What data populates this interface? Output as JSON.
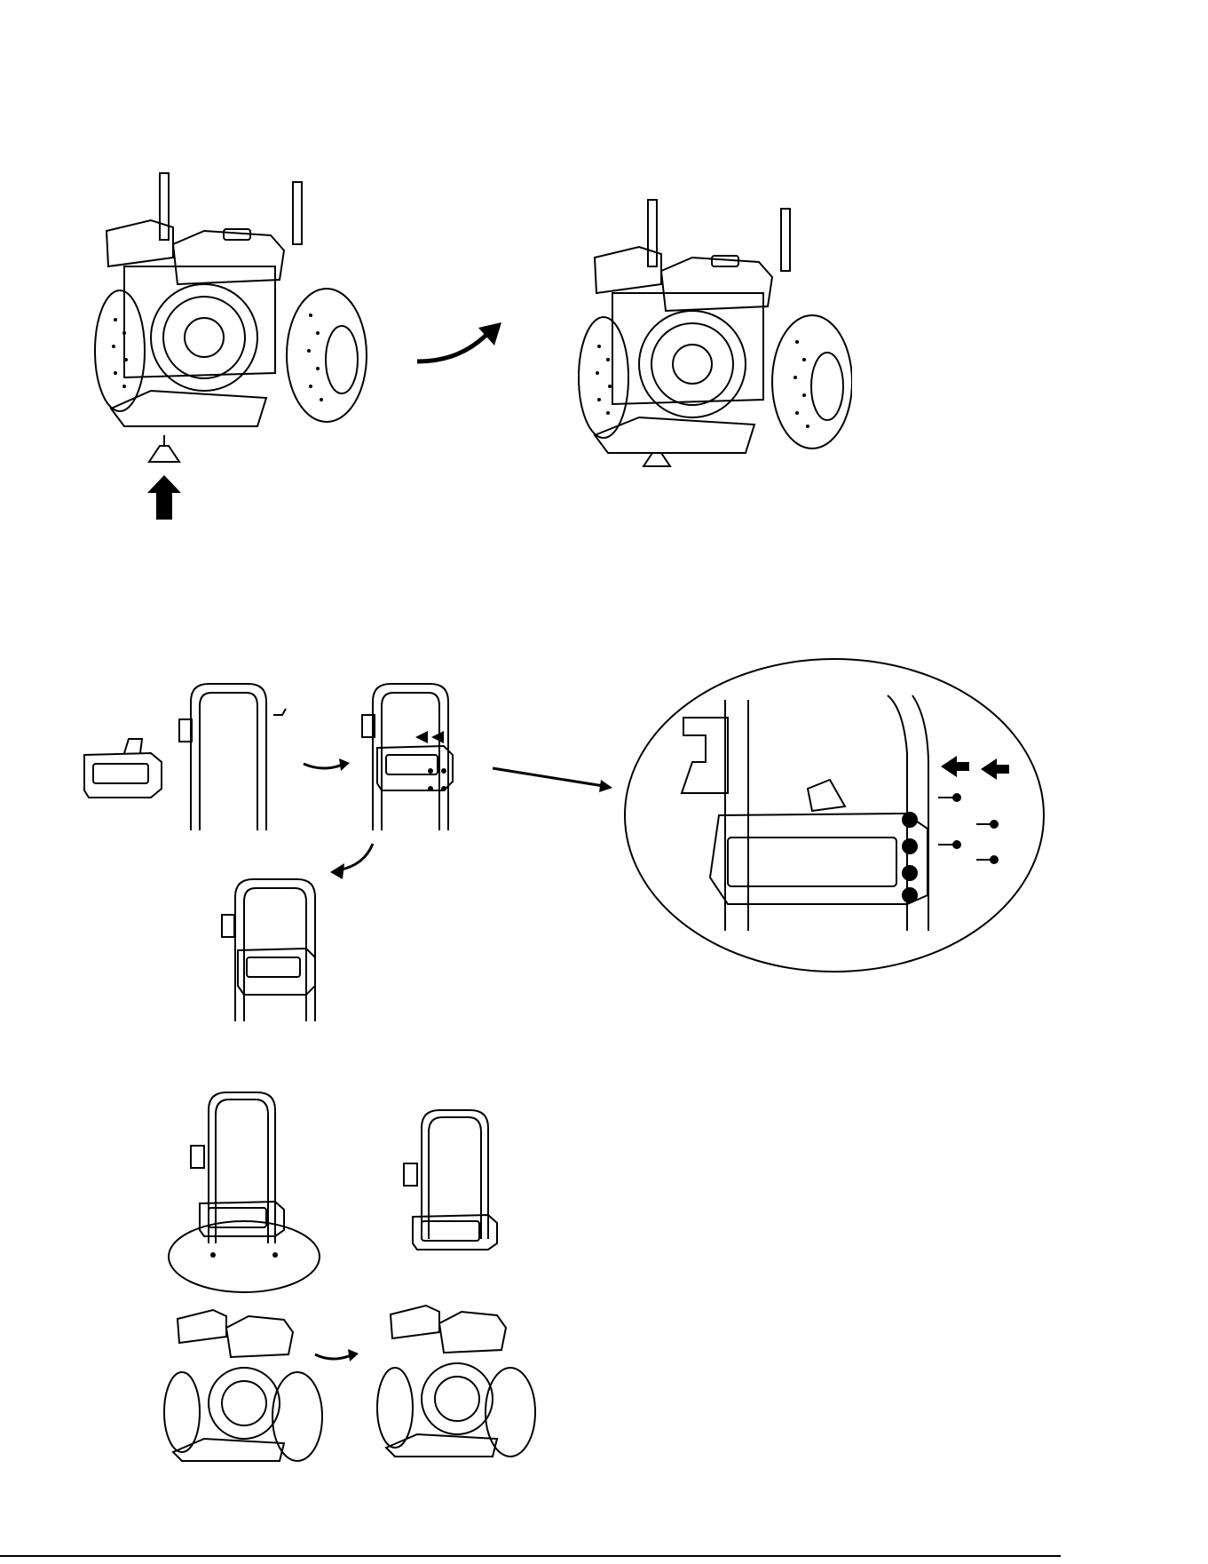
{
  "page": {
    "title": "",
    "text_blocks": []
  },
  "figures": [
    {
      "id": "step-1-before",
      "depicts": "pressure-washer-with-foot-being-inserted"
    },
    {
      "id": "step-1-after",
      "depicts": "pressure-washer-with-foot-installed"
    },
    {
      "id": "step-2-panel",
      "depicts": "control-panel-mounting-to-handle"
    },
    {
      "id": "step-2-detail",
      "depicts": "magnified-bolt-detail"
    },
    {
      "id": "step-3",
      "depicts": "handle-assembly-mounted-to-frame"
    }
  ],
  "colors": {
    "ink": "#000000",
    "paper": "#ffffff"
  }
}
